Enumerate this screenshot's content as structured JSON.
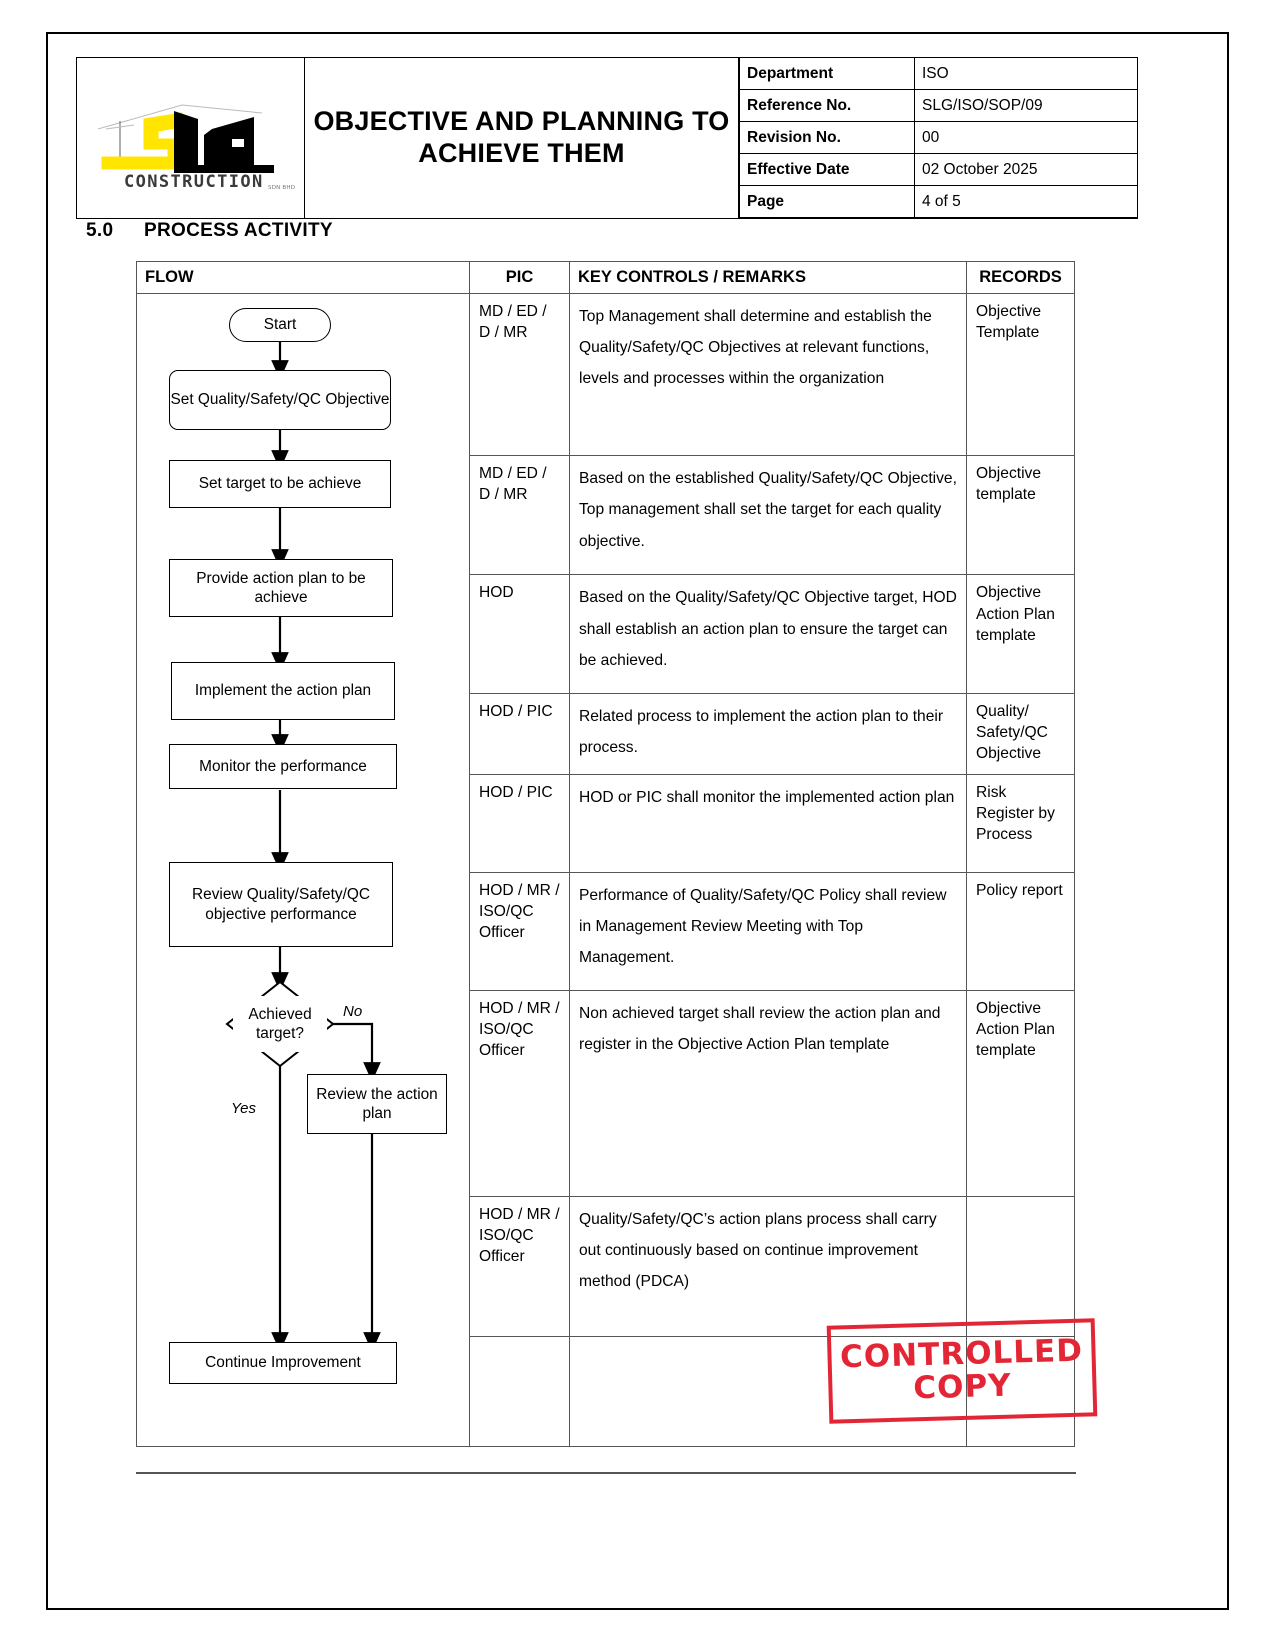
{
  "document": {
    "title": "OBJECTIVE AND PLANNING TO ACHIEVE THEM",
    "logo_brand": "SLG",
    "logo_subtitle": "CONSTRUCTION",
    "logo_tagline": "SDN BHD"
  },
  "header_meta": [
    {
      "label": "Department",
      "value": "ISO"
    },
    {
      "label": "Reference No.",
      "value": "SLG/ISO/SOP/09"
    },
    {
      "label": "Revision No.",
      "value": "00"
    },
    {
      "label": "Effective Date",
      "value": "02 October 2025"
    },
    {
      "label": "Page",
      "value": "4 of 5"
    }
  ],
  "section": {
    "number": "5.0",
    "heading": "PROCESS ACTIVITY"
  },
  "table": {
    "columns": [
      "FLOW",
      "PIC",
      "KEY CONTROLS / REMARKS",
      "RECORDS"
    ],
    "rows": [
      {
        "pic": "MD / ED / D / MR",
        "key": "Top Management shall determine and establish the Quality/Safety/QC Objectives at relevant functions, levels and processes within the organization",
        "records": "Objective Template"
      },
      {
        "pic": "MD / ED / D / MR",
        "key": "Based on the established Quality/Safety/QC Objective, Top management shall set the target for each quality objective.",
        "records": "Objective template"
      },
      {
        "pic": "HOD",
        "key": "Based on the Quality/Safety/QC Objective target, HOD shall establish an action plan to ensure the target can be achieved.",
        "records": "Objective Action Plan template"
      },
      {
        "pic": "HOD / PIC",
        "key": "Related process to implement the action plan to their process.",
        "records": "Quality/ Safety/QC Objective"
      },
      {
        "pic": "HOD / PIC",
        "key": "HOD or PIC shall monitor the implemented action plan",
        "records": "Risk Register by Process"
      },
      {
        "pic": "HOD / MR / ISO/QC Officer",
        "key": "Performance of Quality/Safety/QC Policy shall review in Management Review Meeting with Top Management.",
        "records": "Policy report"
      },
      {
        "pic": "HOD / MR / ISO/QC Officer",
        "key": "Non achieved target shall review the action plan and register in the Objective Action Plan template",
        "records": "Objective Action Plan template"
      },
      {
        "pic": "HOD / MR / ISO/QC Officer",
        "key": "Quality/Safety/QC’s action plans process shall carry out continuously based on continue improvement method (PDCA)",
        "records": ""
      },
      {
        "pic": "",
        "key": "",
        "records": ""
      }
    ]
  },
  "flowchart": {
    "nodes": [
      {
        "id": "start",
        "label": "Start"
      },
      {
        "id": "set-obj",
        "label": "Set Quality/Safety/QC Objective"
      },
      {
        "id": "set-target",
        "label": "Set target to be achieve"
      },
      {
        "id": "provide",
        "label": "Provide action plan to be achieve"
      },
      {
        "id": "implement",
        "label": "Implement the action plan"
      },
      {
        "id": "monitor",
        "label": "Monitor the performance"
      },
      {
        "id": "review",
        "label": "Review Quality/Safety/QC objective performance"
      },
      {
        "id": "decision",
        "label": "Achieved target?"
      },
      {
        "id": "review-ap",
        "label": "Review the action plan"
      },
      {
        "id": "continue",
        "label": "Continue Improvement"
      }
    ],
    "edge_labels": {
      "yes": "Yes",
      "no": "No"
    }
  },
  "stamp": {
    "line1": "CONTROLLED",
    "line2": "COPY",
    "color": "#e32636"
  }
}
